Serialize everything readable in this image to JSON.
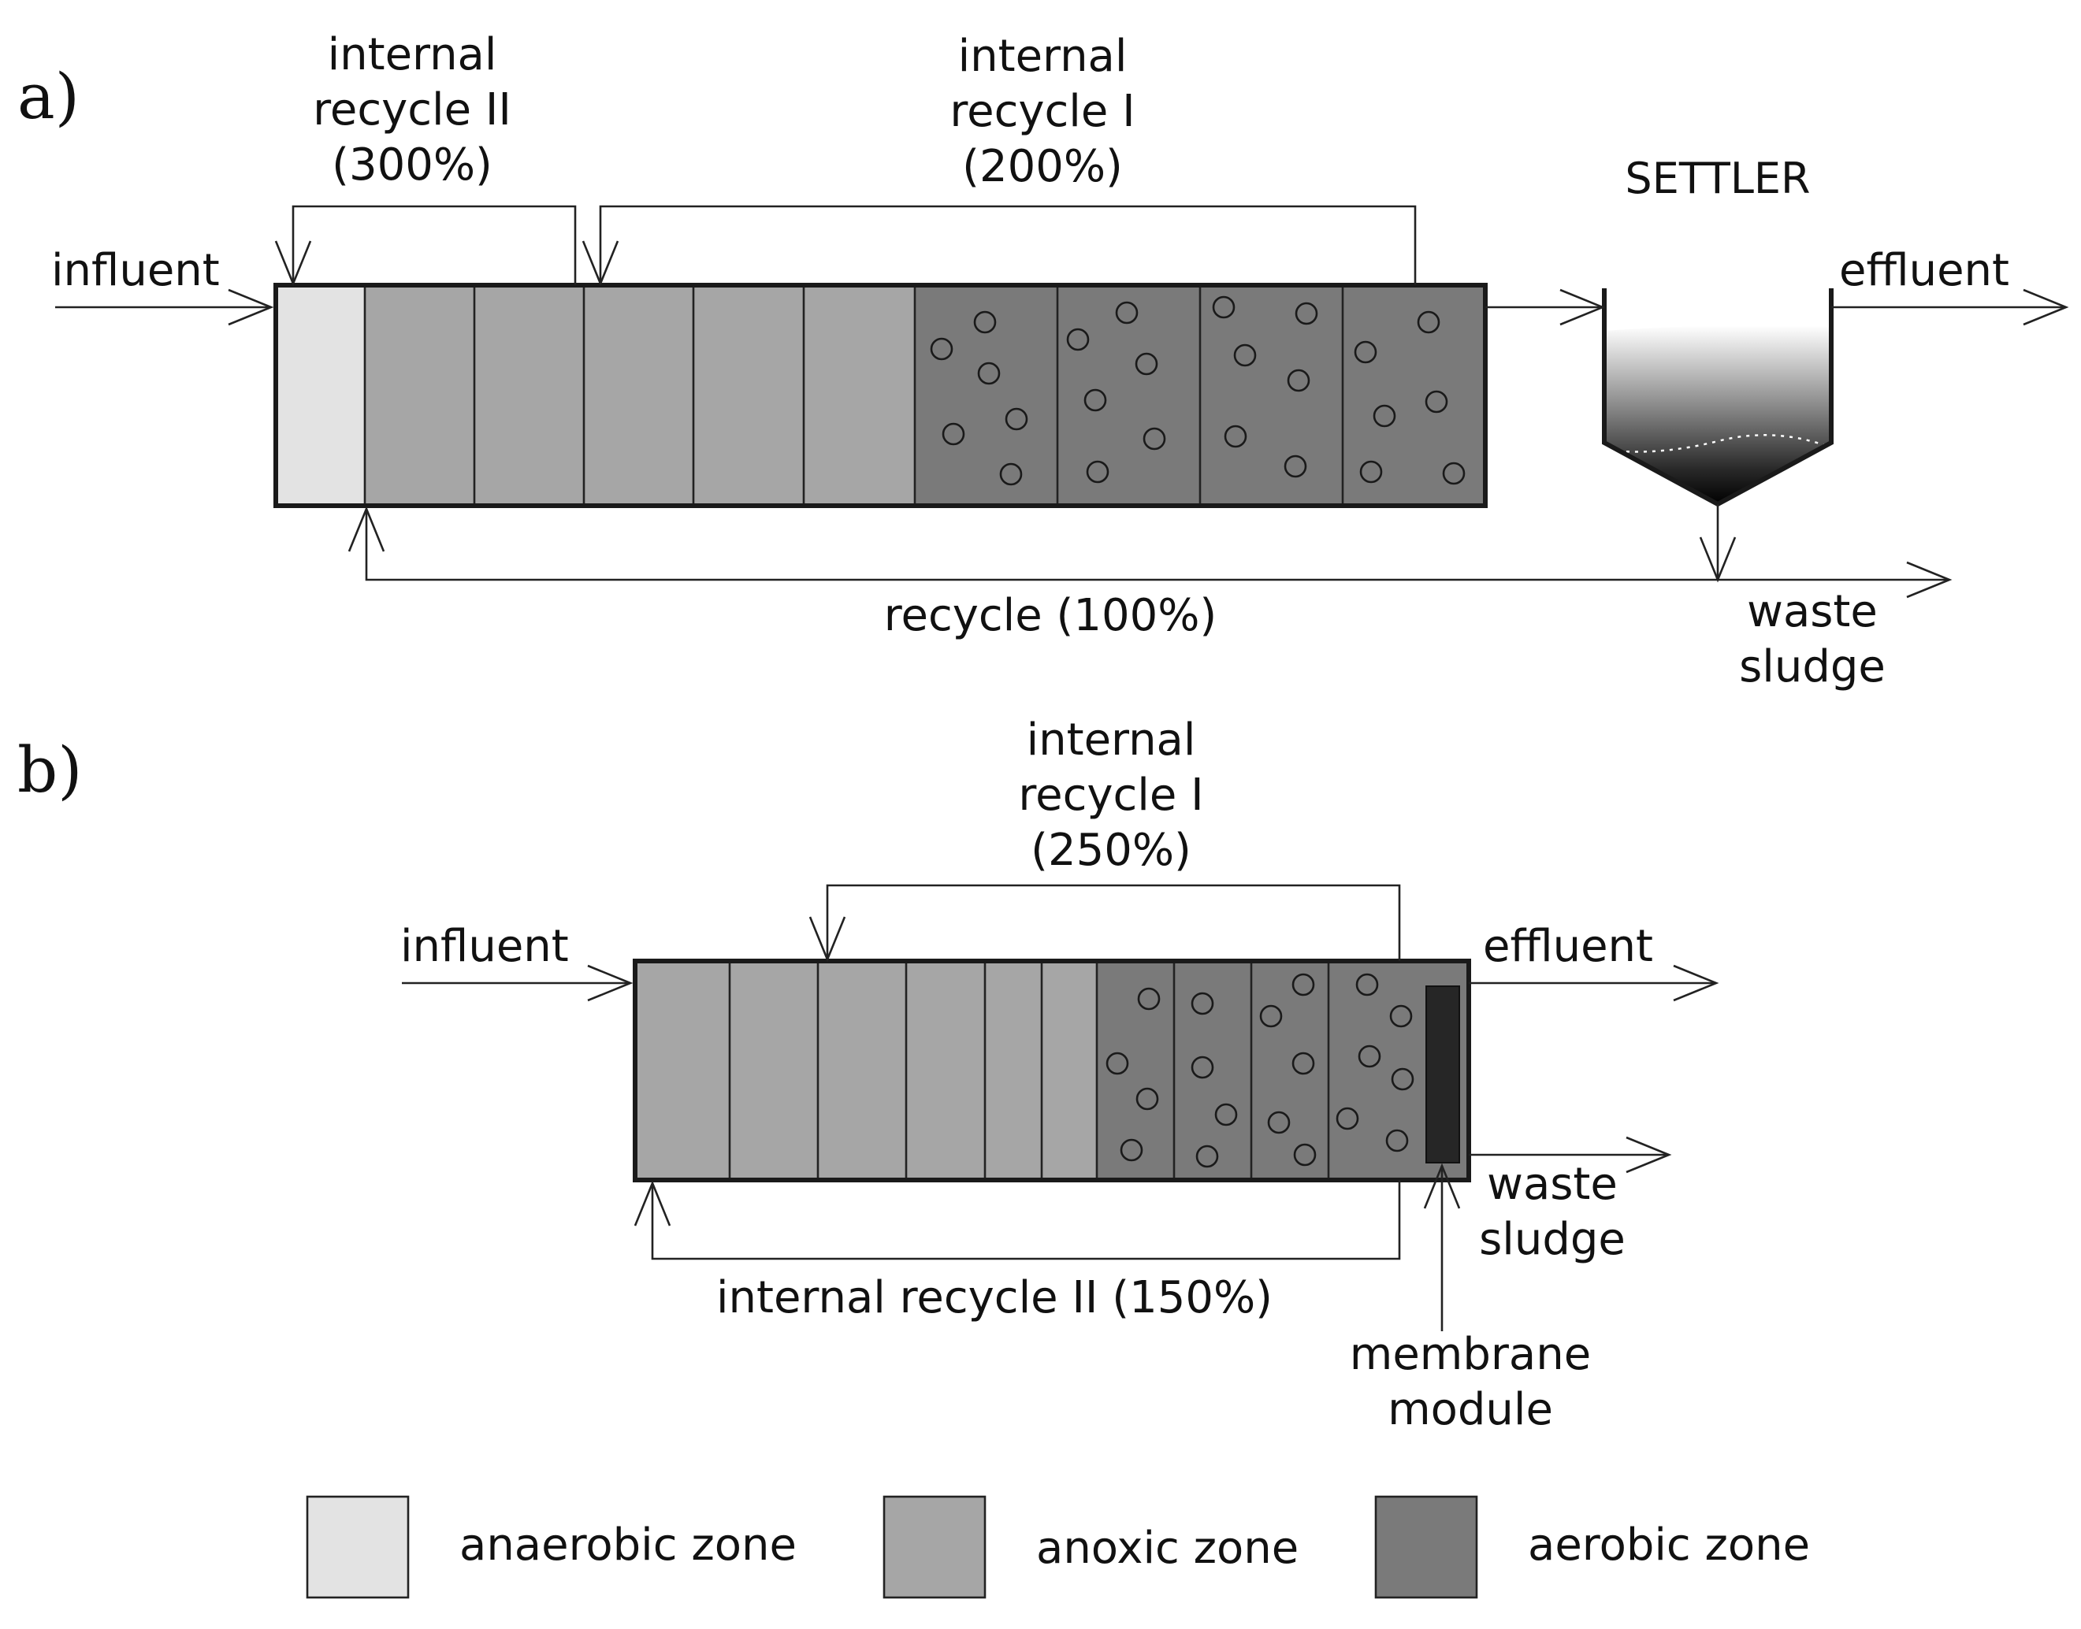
{
  "panel_a": {
    "label": "a)",
    "internal_recycle_2": [
      "internal",
      "recycle II",
      "(300%)"
    ],
    "internal_recycle_1": [
      "internal",
      "recycle I",
      "(200%)"
    ],
    "settler": "SETTLER",
    "influent": "influent",
    "effluent": "effluent",
    "recycle": "recycle (100%)",
    "waste_sludge": [
      "waste",
      "sludge"
    ]
  },
  "panel_b": {
    "label": "b)",
    "internal_recycle_1": [
      "internal",
      "recycle I",
      "(250%)"
    ],
    "influent": "influent",
    "effluent": "effluent",
    "waste_sludge": [
      "waste",
      "sludge"
    ],
    "internal_recycle_2": "internal recycle II (150%)",
    "membrane_module": [
      "membrane",
      "module"
    ]
  },
  "legend": {
    "anaerobic": "anaerobic zone",
    "anoxic": "anoxic zone",
    "aerobic": "aerobic zone"
  },
  "colors": {
    "anaerobic": "#e3e3e3",
    "anoxic": "#a6a6a6",
    "aerobic": "#7a7a7a",
    "membrane": "#262626"
  }
}
